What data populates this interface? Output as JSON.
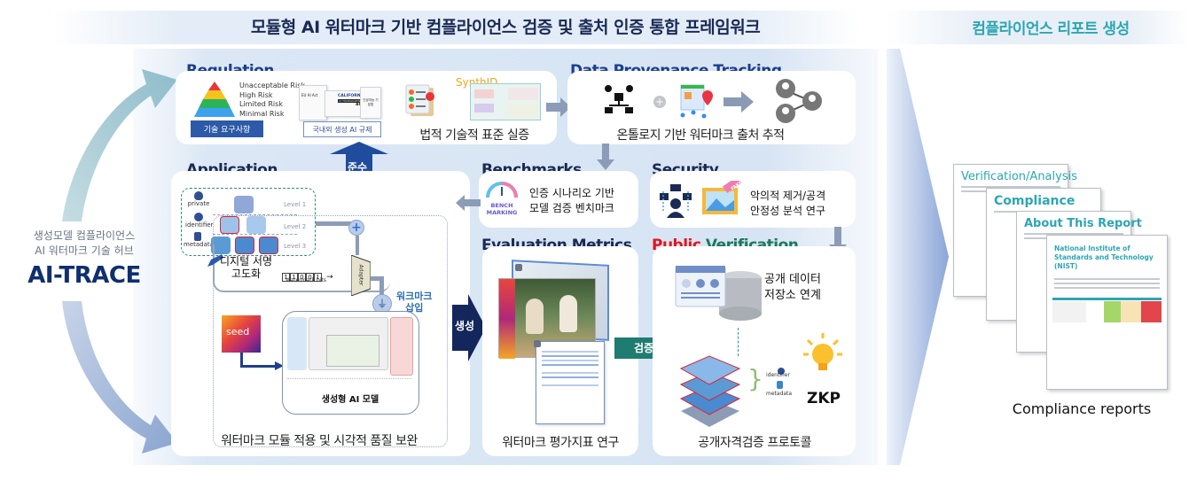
{
  "header": {
    "main_title": "모듈형 AI 워터마크 기반 컴플라이언스 검증 및 출처 인증 통합 프레임워크",
    "report_title": "컴플라이언스 리포트 생성"
  },
  "hub": {
    "subtitle_line1": "생성모델 컴플라이언스",
    "subtitle_line2": "AI 워터마크 기술 허브",
    "title": "AI-TRACE"
  },
  "regulation": {
    "heading": "Regulation",
    "risk_levels": [
      "Unacceptable Risk",
      "High Risk",
      "Limited Risk",
      "Minimal Risk"
    ],
    "requirements_label": "기술 요구사항",
    "regulation_label": "국내외 생성 AI 규제",
    "docs": [
      "EU AI Act",
      "CALIFORNIA",
      "AI TRANSPARENCY",
      "ACT",
      "인공지능 기본법"
    ],
    "synthid_label": "SynthID",
    "caption": "법적 기술적 표준 실증"
  },
  "provenance": {
    "heading": "Data Provenance Tracking",
    "caption": "온톨로지 기반 워터마크 출처 추적"
  },
  "compliance_arrow": {
    "label": "준수"
  },
  "application": {
    "heading": "Application",
    "levels": [
      {
        "icon_label": "private",
        "level": "Level 1"
      },
      {
        "icon_label": "identifier",
        "level": "Level 2"
      },
      {
        "icon_label": "metadata",
        "level": "Level 3"
      }
    ],
    "signature_label_line1": "디지털 서명",
    "signature_label_line2": "고도화",
    "watermark_bits": [
      "1",
      "1",
      "0",
      "0",
      "1"
    ],
    "watermark_bits_label": "Watermark bits",
    "adapter_label": "Adapter",
    "insert_label_line1": "워크마크",
    "insert_label_line2": "삽입",
    "seed_label": "seed",
    "model_label": "생성형 AI 모델",
    "caption": "워터마크 모듈 적용 및 시각적 품질 보완"
  },
  "generate_arrow": {
    "label": "생성"
  },
  "benchmarks": {
    "heading": "Benchmarks",
    "icon_label_line1": "BENCH",
    "icon_label_line2": "MARKING",
    "text_line1": "인증 시나리오 기반",
    "text_line2": "모델 검증 벤치마크"
  },
  "security": {
    "heading": "Security",
    "fake_label": "FAKE",
    "text_line1": "악의적 제거/공격",
    "text_line2": "안정성 분석 연구"
  },
  "evaluation": {
    "heading": "Evaluation Metrics",
    "caption": "워터마크 평가지표 연구"
  },
  "verify_arrow": {
    "label": "검증"
  },
  "public_verification": {
    "heading_public": "Public",
    "heading_verification": "Verification",
    "repo_line1": "공개 데이터",
    "repo_line2": "저장소 연계",
    "identifier_label": "identifier",
    "metadata_label": "metadata",
    "zkp_label": "ZKP",
    "caption": "공개자격검증 프로토콜"
  },
  "reports": {
    "pages": [
      "Verification/Analysis",
      "Compliance",
      "About This Report",
      "National Institute of Standards and Technology (NIST)"
    ],
    "caption": "Compliance reports"
  },
  "colors": {
    "navy": "#0f2f6e",
    "section_blue": "#1c3e8c",
    "teal": "#2ca6b3",
    "verify_green": "#1f7c70",
    "public_red": "#e0161f",
    "verification_green": "#1b7a5a"
  }
}
